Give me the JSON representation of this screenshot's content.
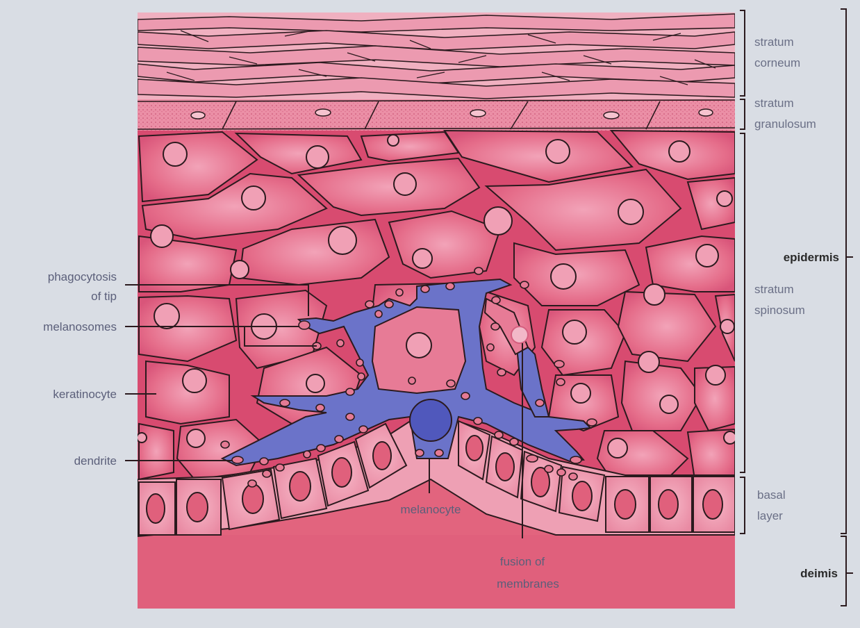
{
  "layers": {
    "stratum_corneum": [
      "stratum",
      "corneum"
    ],
    "stratum_granulosum": [
      "stratum",
      "granulosum"
    ],
    "stratum_spinosum": [
      "stratum",
      "spinosum"
    ],
    "basal_layer": [
      "basal",
      "layer"
    ],
    "epidermis": "epidermis",
    "dermis": "deimis"
  },
  "annotations": {
    "phagocytosis": [
      "phagocytosis",
      "of tip"
    ],
    "melanosomes": "melanosomes",
    "keratinocyte": "keratinocyte",
    "dendrite": "dendrite",
    "melanocyte": "melanocyte",
    "fusion": [
      "fusion of",
      "membranes"
    ]
  },
  "colors": {
    "background": "#d9dde4",
    "dermis": "#e2647e",
    "keratinocyte": "#e86b8a",
    "granulosum": "#eb8fa6",
    "corneum": "#ec9ab0",
    "melanocyte": "#6b73c9",
    "outline": "#2b1a1e"
  }
}
